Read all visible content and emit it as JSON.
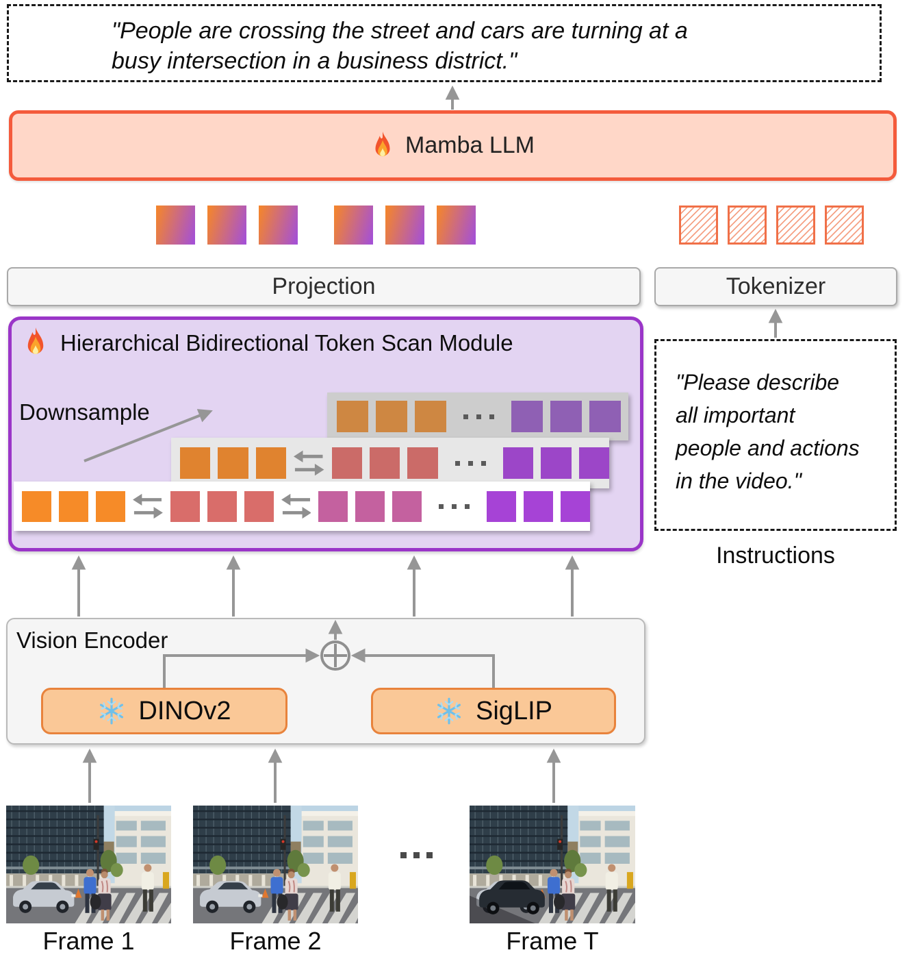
{
  "output_caption": {
    "lines": [
      "\"People are crossing the street and cars are turning at a",
      "busy intersection in a business district.\""
    ]
  },
  "mamba": {
    "label": "Mamba LLM",
    "icon": "fire-icon"
  },
  "projection": {
    "label": "Projection"
  },
  "tokenizer": {
    "label": "Tokenizer"
  },
  "module": {
    "icon": "fire-icon",
    "title": "Hierarchical Bidirectional Token Scan Module",
    "downsample_label": "Downsample",
    "rows": [
      {
        "name": "top",
        "bg": "#CDCDCD",
        "items": [
          {
            "sq": 3,
            "color": "#CE8742"
          },
          {
            "dots": true
          },
          {
            "sq": 3,
            "color": "#8F60B4"
          }
        ]
      },
      {
        "name": "middle",
        "bg": "#E7E7E7",
        "items": [
          {
            "sq": 3,
            "color": "#E0832F"
          },
          {
            "bidir": true
          },
          {
            "sq": 3,
            "color": "#CB6B68"
          },
          {
            "dots": true
          },
          {
            "sq": 3,
            "color": "#9C46C8"
          }
        ]
      },
      {
        "name": "bottom",
        "bg": "#FFFFFF",
        "items": [
          {
            "sq": 3,
            "color": "#F68B28"
          },
          {
            "bidir": true
          },
          {
            "sq": 3,
            "color": "#D96D6A"
          },
          {
            "bidir": true
          },
          {
            "sq": 3,
            "color": "#C4619F"
          },
          {
            "dots": true
          },
          {
            "sq": 3,
            "color": "#A643D6"
          }
        ]
      }
    ]
  },
  "token_streams": {
    "visual_tokens": {
      "style": "gradient",
      "groups": [
        3,
        3
      ],
      "gradient": [
        "#F28430",
        "#A551D4"
      ]
    },
    "text_tokens": {
      "style": "hatched",
      "count": 4,
      "border": "#F07048"
    }
  },
  "instructions": {
    "lines": [
      "\"Please describe",
      "all important",
      "people and actions",
      "in the video.\""
    ],
    "caption": "Instructions"
  },
  "vision_encoder": {
    "label": "Vision Encoder",
    "models": [
      {
        "label": "DINOv2",
        "icon": "snowflake-icon"
      },
      {
        "label": "SigLIP",
        "icon": "snowflake-icon"
      }
    ]
  },
  "frames": {
    "labels": [
      "Frame 1",
      "Frame 2",
      "Frame T"
    ]
  },
  "colors": {
    "mamba_fill": "#FFD7C8",
    "mamba_border": "#F45B3C",
    "module_fill": "#E3D4F2",
    "module_border": "#9A35C8",
    "gray_box_fill": "#F6F6F6",
    "encoder_model_fill": "#FAC897",
    "encoder_model_border": "#E8833C",
    "arrow_gray": "#969696"
  }
}
